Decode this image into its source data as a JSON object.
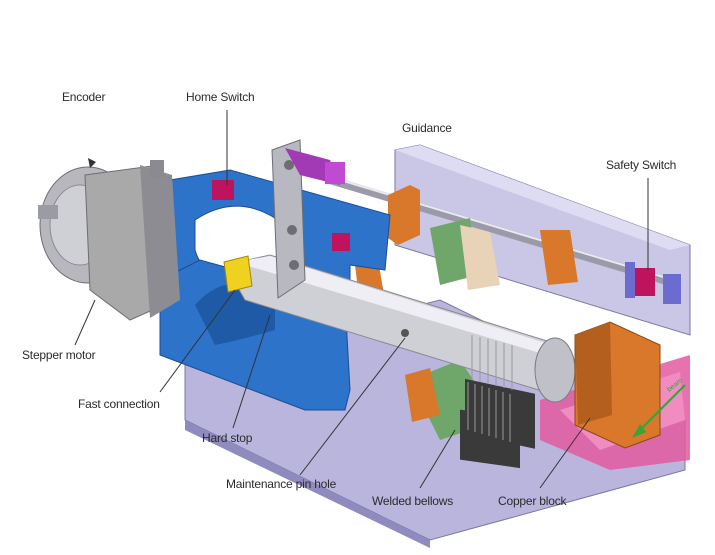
{
  "labels": {
    "encoder": "Encoder",
    "home_switch": "Home Switch",
    "guidance": "Guidance",
    "safety_switch": "Safety Switch",
    "stepper_motor": "Stepper motor",
    "fast_connection": "Fast connection",
    "hard_stop": "Hard stop",
    "maintenance_pin_hole": "Maintenance pin hole",
    "welded_bellows": "Welded bellows",
    "copper_block": "Copper block"
  },
  "small_text": {
    "beam_marker": "beam"
  },
  "colors": {
    "base_plate": "#b9b5dd",
    "motor_grey": "#a9a9a9",
    "blue_block": "#2d73c9",
    "orange_part": "#d9772a",
    "pink_part": "#e35ba0",
    "magenta_switch": "#c0135e",
    "yellow_coupling": "#f0d020",
    "shaft": "#cfcfd6",
    "bellows": "#3a3a3a",
    "green_part": "#6fa66a",
    "leader_line": "#333333"
  }
}
